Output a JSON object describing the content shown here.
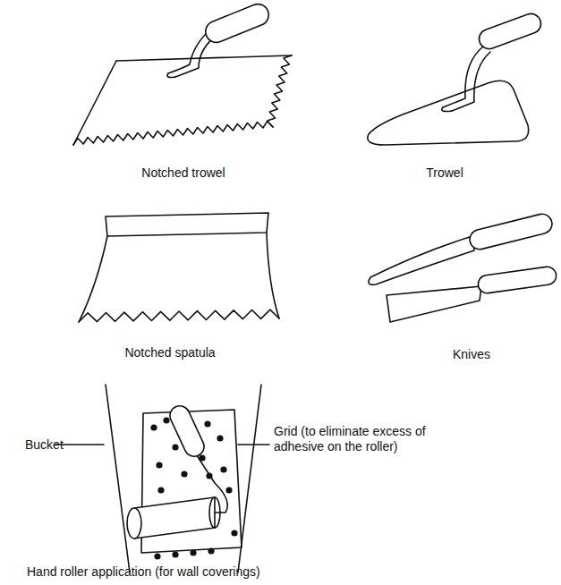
{
  "diagram": {
    "labels": [
      "Notched trowel",
      "Trowel",
      "Notched spatula",
      "Knives",
      "Bucket",
      "Grid (to eliminate excess of adhesive on the roller)",
      "Hand roller application (for wall coverings)"
    ]
  }
}
